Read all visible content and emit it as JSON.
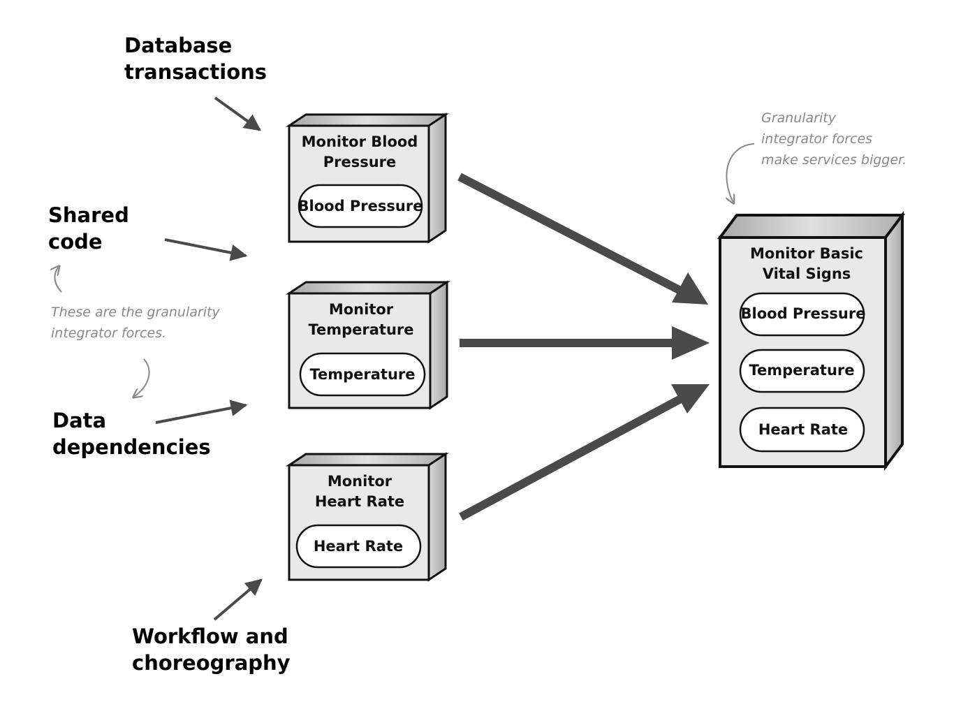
{
  "forces": {
    "database_transactions": "Database\ntransactions",
    "shared_code": "Shared\ncode",
    "data_dependencies": "Data\ndependencies",
    "workflow": "Workflow and\nchoreography"
  },
  "notes": {
    "left": "These are the granularity\nintegrator forces.",
    "right": "Granularity\nintegrator forces\nmake services bigger."
  },
  "services": {
    "blood_pressure": {
      "title_line1": "Monitor Blood",
      "title_line2": "Pressure",
      "pill": "Blood Pressure"
    },
    "temperature": {
      "title_line1": "Monitor",
      "title_line2": "Temperature",
      "pill": "Temperature"
    },
    "heart_rate": {
      "title_line1": "Monitor",
      "title_line2": "Heart Rate",
      "pill": "Heart Rate"
    },
    "vital_signs": {
      "title_line1": "Monitor Basic",
      "title_line2": "Vital Signs",
      "pills": [
        "Blood Pressure",
        "Temperature",
        "Heart Rate"
      ]
    }
  },
  "colors": {
    "box_face": "#e9e9e9",
    "box_side": "#cfcfcf",
    "box_top": "#bdbdbd",
    "arrow": "#4a4a4a",
    "note": "#888888"
  }
}
